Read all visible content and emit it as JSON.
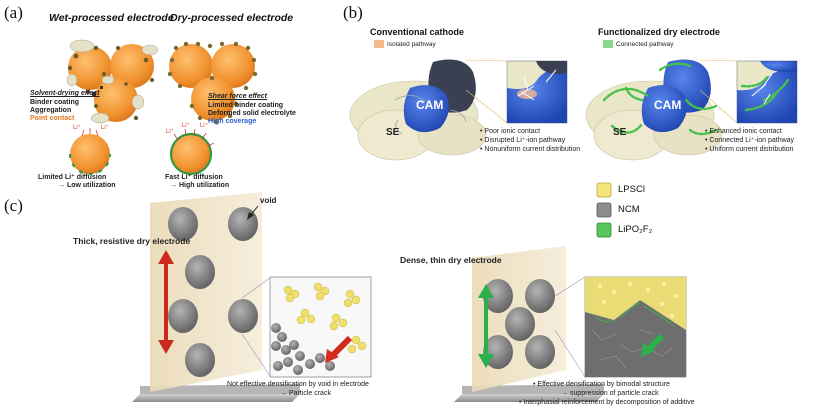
{
  "panel_a": {
    "label": "(a)",
    "wet_title": "Wet-processed electrode",
    "dry_title": "Dry-processed electrode",
    "solvent_effect": "Solvent-drying effect",
    "solvent_items": [
      "Binder coating",
      "Aggregation"
    ],
    "point_contact": "Point contact",
    "shear_effect": "Shear force effect",
    "shear_items": [
      "Limited binder coating",
      "Deformed solid electrolyte"
    ],
    "high_coverage": "High coverage",
    "li_label": "Li⁺",
    "wet_diffusion": "Limited Li⁺ diffusion",
    "wet_util": "→ Low utilization",
    "dry_diffusion": "Fast Li⁺ diffusion",
    "dry_util": "→ High utilization"
  },
  "panel_b": {
    "label": "(b)",
    "conv_title": "Conventional cathode",
    "isolated": "Isolated pathway",
    "func_title": "Functionalized dry electrode",
    "connected": "Connected pathway",
    "cam": "CAM",
    "se": "SE",
    "conv_items": [
      "• Poor ionic contact",
      "• Disrupted Li⁺-ion pathway",
      "• Nonuniform current distribution"
    ],
    "func_items": [
      "• Enhanced ionic contact",
      "• Connected Li⁺-ion pathway",
      "• Uniform current distribution"
    ]
  },
  "panel_c": {
    "label": "(c)",
    "void": "void",
    "thick_title": "Thick, resistive dry electrode",
    "dense_title": "Dense, thin dry electrode",
    "left_caption": [
      "Not effective densification by void in electrode",
      "→ Particle crack"
    ],
    "right_caption": [
      "•  Effective densification by bimodal structure",
      "→ suppression of particle crack",
      "•  Interphasial reinforcement by decomposition of additive"
    ],
    "legend": [
      "LPSCl",
      "NCM",
      "LiPO₂F₂"
    ]
  },
  "colors": {
    "cam_orange": "#f0922e",
    "se_beige": "#eae6c8",
    "cam_blue": "#2f5fd0",
    "lpscl_yellow": "#f3e57a",
    "ncm_gray": "#8d8d8d",
    "lipo2f2_green": "#58c65a",
    "isolated_orange": "#f6b98e",
    "connected_green": "#8fd78a",
    "arrow_red": "#d42a1e",
    "arrow_green": "#2bb04c"
  }
}
